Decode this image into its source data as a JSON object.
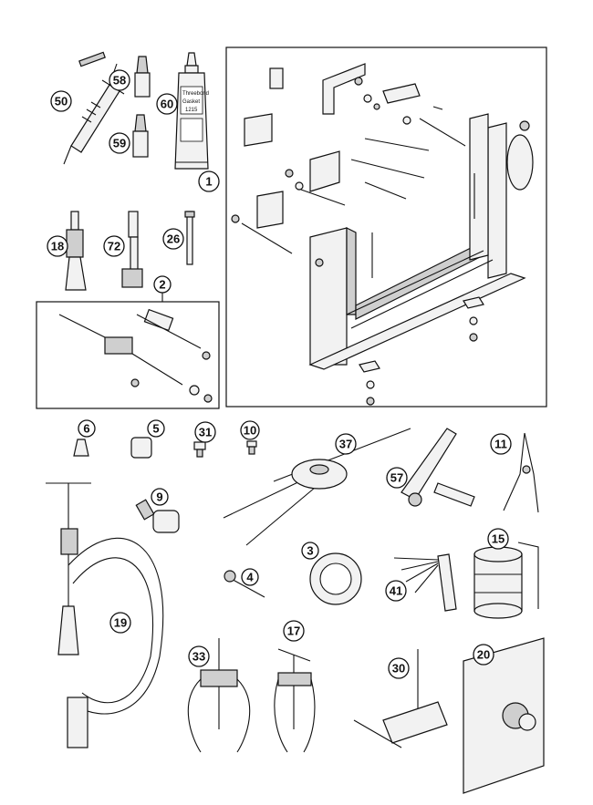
{
  "callouts": [
    {
      "id": "c50",
      "label": "50"
    },
    {
      "id": "c58",
      "label": "58"
    },
    {
      "id": "c59",
      "label": "59"
    },
    {
      "id": "c60",
      "label": "60"
    },
    {
      "id": "c1",
      "label": "1"
    },
    {
      "id": "c18",
      "label": "18"
    },
    {
      "id": "c72",
      "label": "72"
    },
    {
      "id": "c26",
      "label": "26"
    },
    {
      "id": "c2",
      "label": "2"
    },
    {
      "id": "c6",
      "label": "6"
    },
    {
      "id": "c5",
      "label": "5"
    },
    {
      "id": "c31",
      "label": "31"
    },
    {
      "id": "c10",
      "label": "10"
    },
    {
      "id": "c37",
      "label": "37"
    },
    {
      "id": "c57",
      "label": "57"
    },
    {
      "id": "c11",
      "label": "11"
    },
    {
      "id": "c9",
      "label": "9"
    },
    {
      "id": "c3",
      "label": "3"
    },
    {
      "id": "c4",
      "label": "4"
    },
    {
      "id": "c41",
      "label": "41"
    },
    {
      "id": "c15",
      "label": "15"
    },
    {
      "id": "c19",
      "label": "19"
    },
    {
      "id": "c33",
      "label": "33"
    },
    {
      "id": "c17",
      "label": "17"
    },
    {
      "id": "c30",
      "label": "30"
    },
    {
      "id": "c20",
      "label": "20"
    }
  ],
  "tube_label": {
    "line1": "Threebond",
    "line2": "Gasket",
    "line3": "1215"
  },
  "colors": {
    "line": "#111111",
    "fill": "#f2f2f2",
    "shade": "#cfcfcf",
    "background": "#ffffff"
  }
}
